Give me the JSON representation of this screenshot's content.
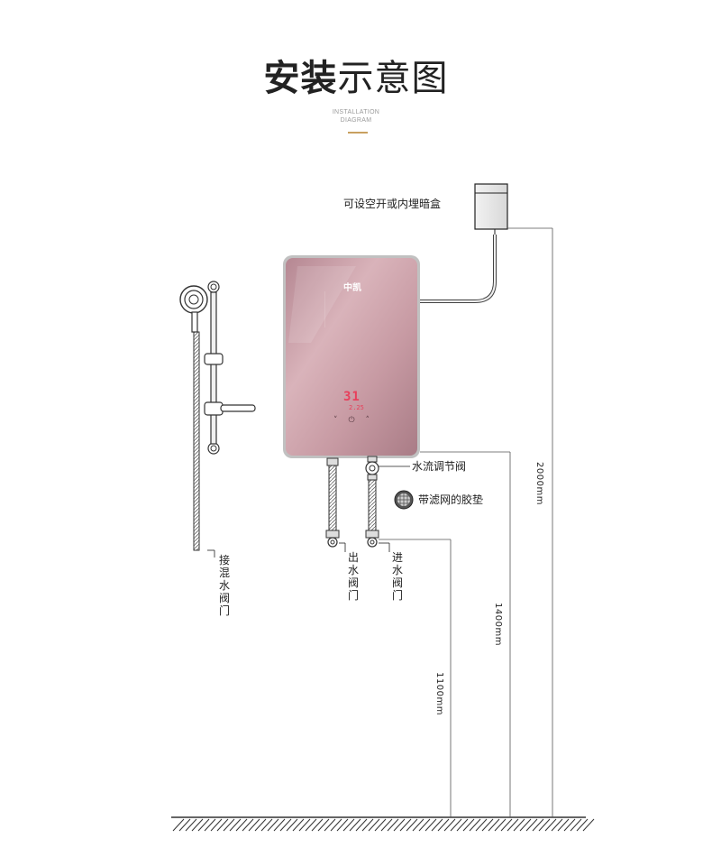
{
  "header": {
    "title_bold": "安装",
    "title_light": "示意图",
    "subtitle_line1": "INSTALLATION",
    "subtitle_line2": "DIAGRAM",
    "accent_color": "#c8a060"
  },
  "device": {
    "brand": "中凯",
    "display_temp": "31",
    "display_sub": "2.25",
    "controls": [
      "chevron-down-icon",
      "power-icon",
      "chevron-up-icon"
    ],
    "panel_color": "#c79aa3"
  },
  "labels": {
    "switch_box": "可设空开或内埋暗盒",
    "flow_valve": "水流调节阀",
    "filter_gasket": "带滤网的胶垫",
    "mixing_valve": "接混水阀门",
    "outlet_valve": "出水阀门",
    "inlet_valve": "进水阀门"
  },
  "dimensions": {
    "d2000": "2000mm",
    "d1400": "1400mm",
    "d1100": "1100mm"
  }
}
